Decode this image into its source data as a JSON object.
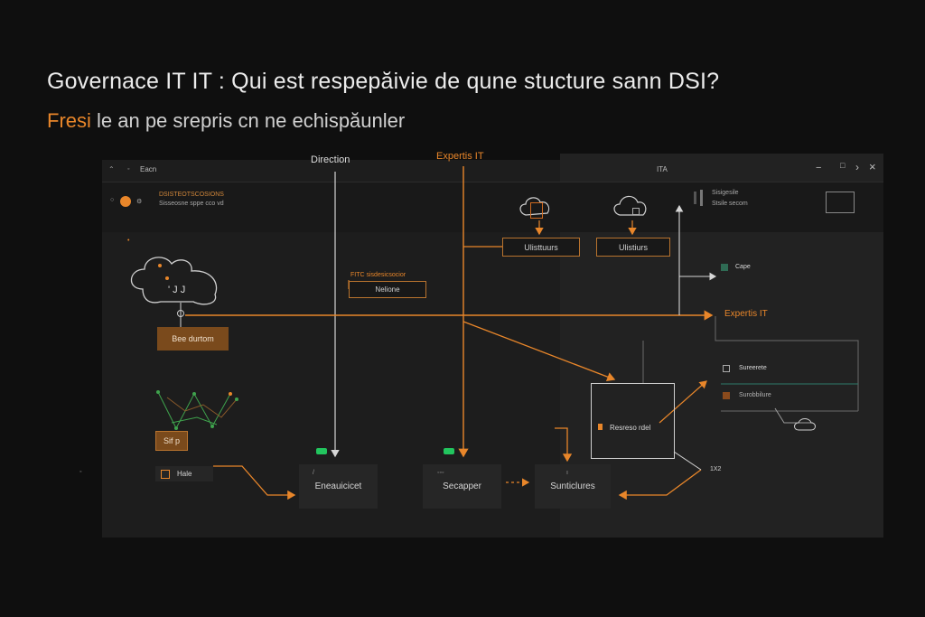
{
  "page": {
    "title": "Governace IT IT : Qui est respepăivie de qune stucture sann DSI?",
    "subtitle_accent": "Fresi",
    "subtitle_rest": " le an pe srepris cn ne echispăunler"
  },
  "window": {
    "left_title": "Eacn",
    "right_title": "ITA",
    "controls": [
      "−",
      "□",
      "×"
    ],
    "sidebar_line1": "DSISTEOTSCOSIONS",
    "sidebar_line2": "Sisseosne sppe cco vd",
    "right_header_line1": "Sisigesile",
    "right_header_line2": "Stsile secom"
  },
  "diagram": {
    "top_labels": {
      "direction": "Direction",
      "expertis": "Expertis IT"
    },
    "cloud_label": "' J J",
    "nodes": {
      "util_left": "Ulisttuurs",
      "util_right": "Ulistiurs",
      "ftc_heading": "FITC sisdesicsocior",
      "ftc_box": "Nelione",
      "bee_box": "Bee durtom",
      "sif_box": "Sif p",
      "hale_box": "Hale",
      "capae": "Cape",
      "expertis_right": "Expertis IT",
      "sureerete": "Sureerete",
      "surobbure": "Surobbilure",
      "resreso": "Resreso rdel",
      "enc": "Eneauicicet",
      "secapper": "Secapper",
      "suntiures": "Sunticlures",
      "mark_1x2": "1X2"
    }
  },
  "colors": {
    "accent": "#e8862a",
    "line_light": "#d6d6d6",
    "green": "#22c55e",
    "panel": "#1d1d1d"
  },
  "icons": [
    "minimize-icon",
    "maximize-icon",
    "close-icon",
    "cloud-icon",
    "server-icon",
    "monitor-icon",
    "apple-icon",
    "gear-icon"
  ]
}
